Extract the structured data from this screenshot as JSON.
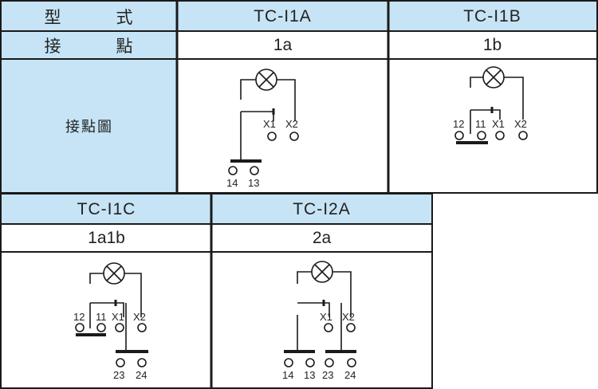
{
  "table_top": {
    "header_label": "型　式",
    "contact_label": "接　點",
    "diagram_label": "接點圖",
    "models": [
      {
        "name": "TC-I1A",
        "contact": "1a"
      },
      {
        "name": "TC-I1B",
        "contact": "1b"
      }
    ]
  },
  "table_bottom": {
    "models": [
      {
        "name": "TC-I1C",
        "contact": "1a1b"
      },
      {
        "name": "TC-I2A",
        "contact": "2a"
      }
    ]
  },
  "terminals": {
    "x1": "X1",
    "x2": "X2",
    "t11": "11",
    "t12": "12",
    "t13": "13",
    "t14": "14",
    "t23": "23",
    "t24": "24"
  }
}
